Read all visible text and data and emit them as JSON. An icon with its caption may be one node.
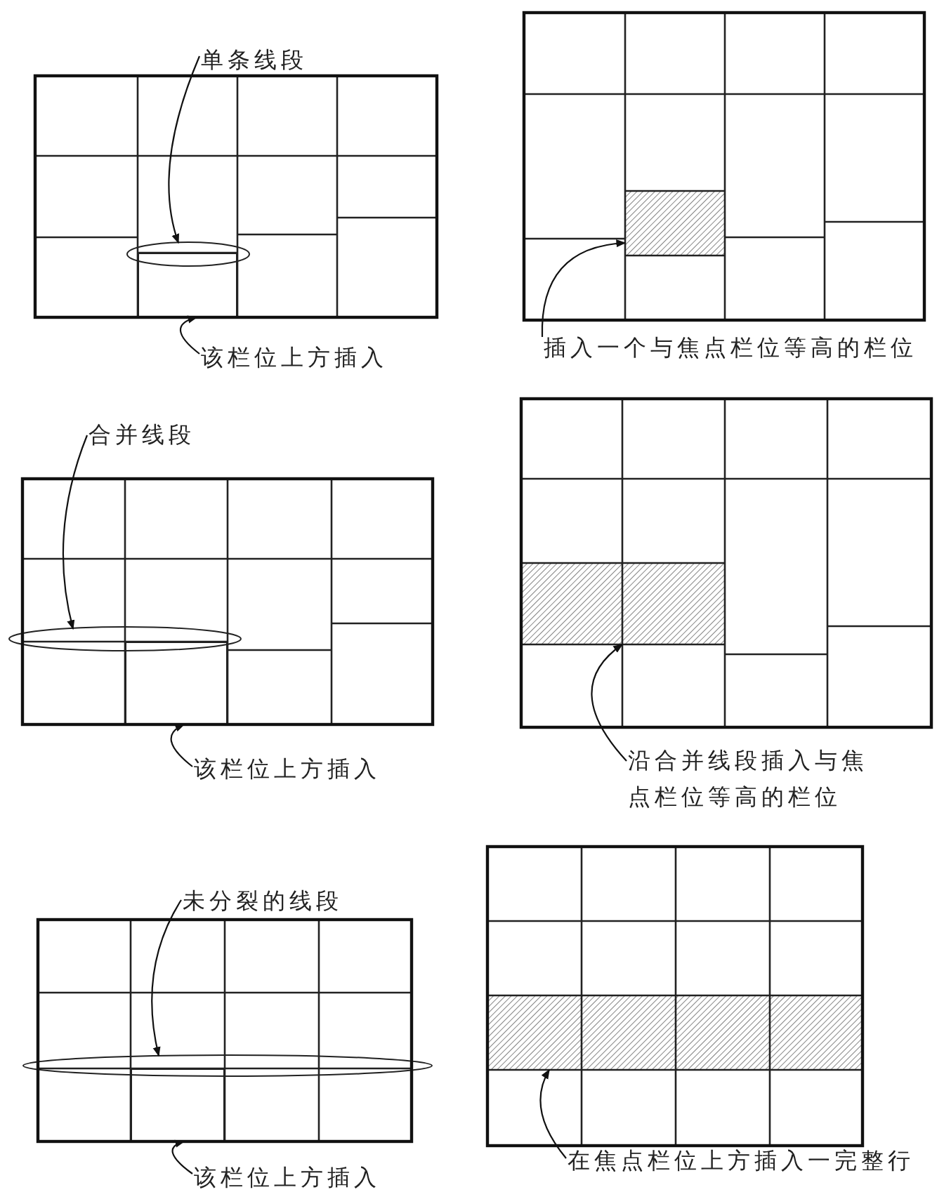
{
  "diagram": {
    "nodes": [
      {
        "text": [
          "单条线段"
        ]
      },
      {
        "text": [],
        "shape": "ellipse"
      },
      {
        "text": [],
        "shape": "box"
      },
      {
        "text": [
          "该栏位上方插入"
        ]
      },
      {
        "text": [],
        "shape": "box"
      },
      {
        "text": [
          "插入一个与焦点栏位等高的栏位"
        ]
      },
      {
        "text": [
          "合并线段"
        ]
      },
      {
        "text": [],
        "shape": "ellipse"
      },
      {
        "text": [],
        "shape": "box"
      },
      {
        "text": [
          "该栏位上方插入"
        ]
      },
      {
        "text": [],
        "shape": "box"
      },
      {
        "text": [
          "沿合并线段插入与焦点栏位等高的栏位"
        ]
      },
      {
        "text": [
          "未分裂的线段"
        ]
      },
      {
        "text": [],
        "shape": "ellipse"
      },
      {
        "text": [],
        "shape": "box"
      },
      {
        "text": [
          "该栏位上方插入"
        ]
      },
      {
        "text": [],
        "shape": "box"
      },
      {
        "text": [
          "在焦点栏位上方插入一完整行"
        ]
      }
    ],
    "edges": [
      {
        "from": 0,
        "to": 1,
        "arrow": "to"
      },
      {
        "from": 3,
        "to": 2,
        "arrow": "to"
      },
      {
        "from": 5,
        "to": 4,
        "arrow": "to"
      },
      {
        "from": 6,
        "to": 7,
        "arrow": "to"
      },
      {
        "from": 9,
        "to": 8,
        "arrow": "to"
      },
      {
        "from": 11,
        "to": 10,
        "arrow": "to"
      },
      {
        "from": 12,
        "to": 13,
        "arrow": "to"
      },
      {
        "from": 15,
        "to": 14,
        "arrow": "to"
      },
      {
        "from": 17,
        "to": 16,
        "arrow": "to"
      }
    ]
  }
}
